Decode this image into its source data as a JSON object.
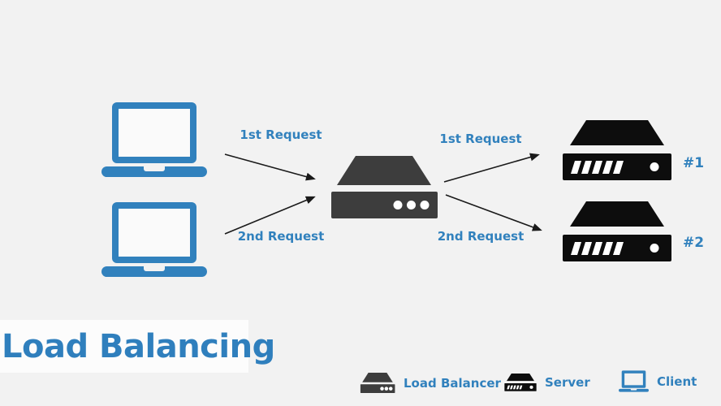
{
  "title": "Load Balancing",
  "colors": {
    "background": "#f2f2f2",
    "accent_blue": "#3181bd",
    "load_balancer_gray": "#3d3d3d",
    "server_black": "#0d0d0d",
    "arrow_black": "#1a1a1a",
    "title_box_white": "#fcfcfc"
  },
  "diagram": {
    "labels": {
      "client_to_lb_first": "1st Request",
      "client_to_lb_second": "2nd Request",
      "lb_to_server_first": "1st Request",
      "lb_to_server_second": "2nd Request",
      "server_1": "#1",
      "server_2": "#2"
    },
    "nodes": {
      "clients": 2,
      "load_balancers": 1,
      "servers": 2
    }
  },
  "legend": {
    "items": [
      {
        "icon": "load-balancer-icon",
        "label": "Load Balancer"
      },
      {
        "icon": "server-icon",
        "label": "Server"
      },
      {
        "icon": "client-icon",
        "label": "Client"
      }
    ]
  }
}
